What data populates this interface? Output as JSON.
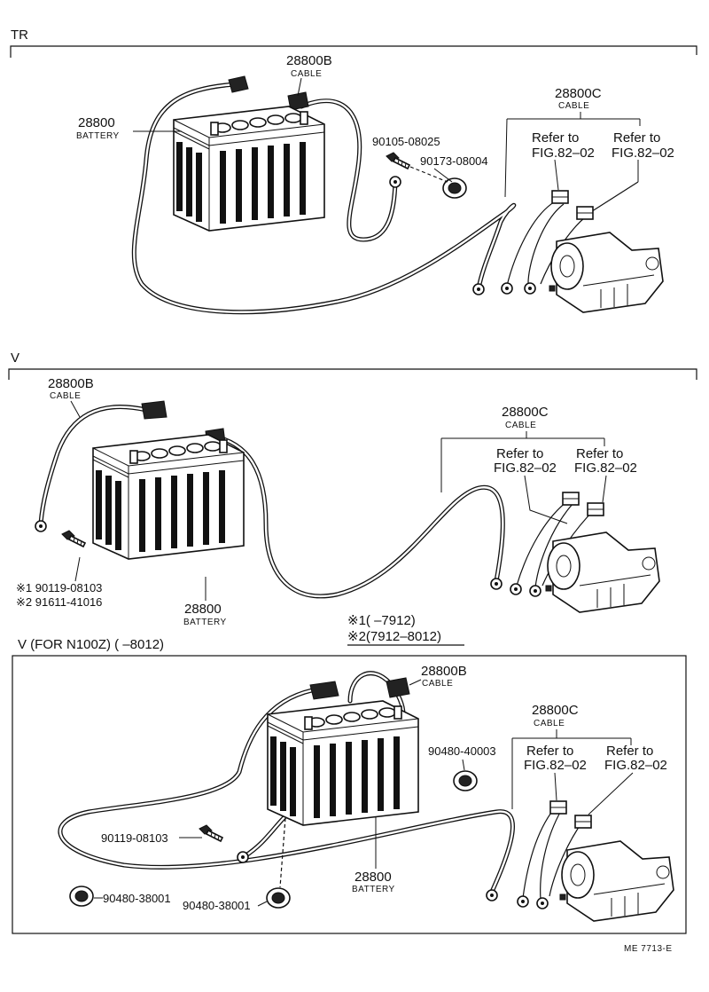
{
  "sections": {
    "tr": {
      "heading": "TR",
      "labels": {
        "cable_b_pn": "28800B",
        "cable_b_name": "CABLE",
        "battery_pn": "28800",
        "battery_name": "BATTERY",
        "bolt_pn": "90105-08025",
        "nut_pn": "90173-08004",
        "cable_c_pn": "28800C",
        "cable_c_name": "CABLE",
        "ref1_a": "Refer to",
        "ref1_b": "FIG.82–02",
        "ref2_a": "Refer to",
        "ref2_b": "FIG.82–02"
      }
    },
    "v": {
      "heading": "V",
      "labels": {
        "cable_b_pn": "28800B",
        "cable_b_name": "CABLE",
        "bolt1_pn": "※1 90119-08103",
        "bolt2_pn": "※2 91611-41016",
        "battery_pn": "28800",
        "battery_name": "BATTERY",
        "cable_c_pn": "28800C",
        "cable_c_name": "CABLE",
        "ref1_a": "Refer to",
        "ref1_b": "FIG.82–02",
        "ref2_a": "Refer to",
        "ref2_b": "FIG.82–02",
        "note1": "※1(      –7912)",
        "note2": "※2(7912–8012)"
      }
    },
    "v_n100z": {
      "heading": "V (FOR  N100Z) (      –8012)",
      "labels": {
        "cable_b_pn": "28800B",
        "cable_b_name": "CABLE",
        "cable_c_pn": "28800C",
        "cable_c_name": "CABLE",
        "grommet_pn": "90480-40003",
        "ref1_a": "Refer to",
        "ref1_b": "FIG.82–02",
        "ref2_a": "Refer to",
        "ref2_b": "FIG.82–02",
        "bolt_pn": "90119-08103",
        "battery_pn": "28800",
        "battery_name": "BATTERY",
        "grommet2_pn": "90480-38001",
        "grommet3_pn": "90480-38001"
      }
    }
  },
  "figure_code": "ME  7713-E"
}
